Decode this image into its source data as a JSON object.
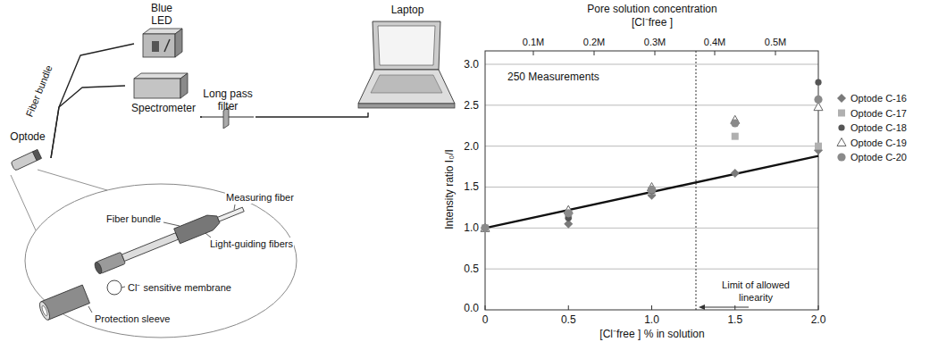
{
  "diagram": {
    "nodes": [
      {
        "text": [
          "Optode"
        ]
      },
      {
        "text": [
          "Blue LED"
        ]
      },
      {
        "text": [
          "Spectrometer"
        ]
      },
      {
        "text": [
          "Long pass filter"
        ]
      },
      {
        "text": [
          "Laptop"
        ]
      }
    ],
    "edges": [
      {
        "from": 0,
        "to": 1,
        "arrow": "none",
        "label": "Fiber bundle"
      },
      {
        "from": 0,
        "to": 2,
        "arrow": "none"
      },
      {
        "from": 2,
        "to": 3,
        "arrow": "none"
      },
      {
        "from": 3,
        "to": 4,
        "arrow": "none"
      }
    ],
    "labels": [
      "Measuring fiber",
      "Fiber bundle",
      "Light-guiding fibers",
      "Cl⁻ sensitive membrane",
      "Protection sleeve",
      "Pore solution concentration",
      "[Cl⁻free ]",
      "0.1M",
      "0.2M",
      "0.3M",
      "0.4M",
      "0.5M",
      "250 Measurements",
      "Limit of allowed linearity",
      "3.0",
      "2.5",
      "2.0",
      "1.5",
      "1.0",
      "0.5",
      "0.0",
      "Intensity ratio I₀/I",
      "0",
      "0.5",
      "1.0",
      "1.5",
      "2.0",
      "[Cl⁻free ] % in solution"
    ],
    "legend": [
      {
        "text": "Optode C-16"
      },
      {
        "text": "Optode C-17"
      },
      {
        "text": "Optode C-18"
      },
      {
        "text": "Optode C-19"
      },
      {
        "text": "Optode C-20"
      }
    ]
  }
}
